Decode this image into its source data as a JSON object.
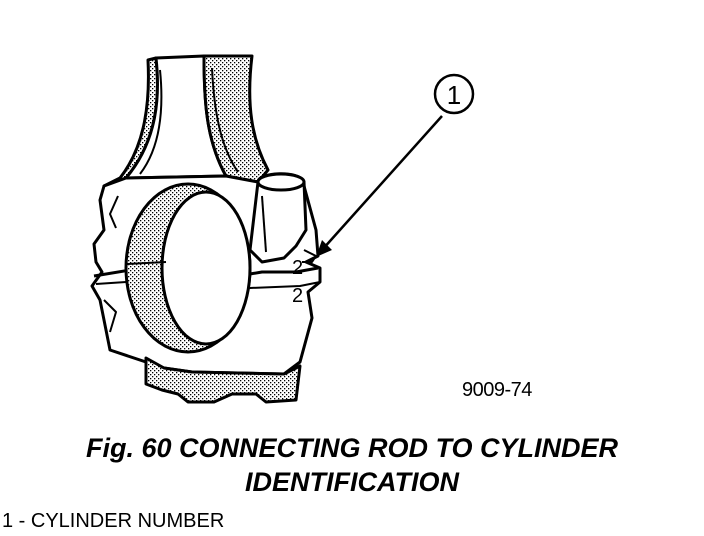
{
  "callout": {
    "number": "1"
  },
  "cylinder_marks": {
    "upper": "2",
    "lower": "2"
  },
  "figure_code": "9009-74",
  "caption": {
    "line1": "Fig. 60 CONNECTING ROD TO CYLINDER",
    "line2": "IDENTIFICATION"
  },
  "legend": {
    "item1": "1 - CYLINDER NUMBER"
  }
}
